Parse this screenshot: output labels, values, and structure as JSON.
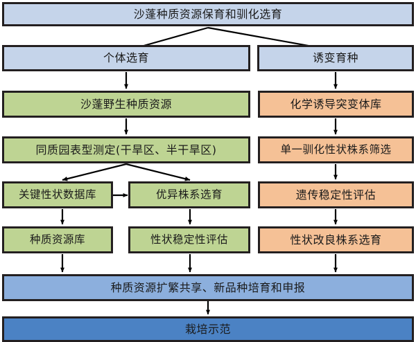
{
  "diagram": {
    "title_node": {
      "label": "沙蓬种质资源保育和驯化选育",
      "color": "#c5d4ea"
    },
    "branches": [
      {
        "label": "个体选育",
        "color": "#c5d4ea"
      },
      {
        "label": "诱变育种",
        "color": "#c5d4ea"
      }
    ],
    "left_column": {
      "steps": [
        {
          "label": "沙蓬野生种质资源",
          "color": "#bed493"
        },
        {
          "label": "同质园表型测定(干旱区、半干旱区)",
          "color": "#bed493"
        }
      ],
      "split_rows": [
        [
          {
            "label": "关键性状数据库",
            "color": "#bed493"
          },
          {
            "label": "优异株系选育",
            "color": "#bed493"
          }
        ],
        [
          {
            "label": "种质资源库",
            "color": "#bed493"
          },
          {
            "label": "性状稳定性评估",
            "color": "#bed493"
          }
        ]
      ]
    },
    "right_column": {
      "steps": [
        {
          "label": "化学诱导突变体库",
          "color": "#f5c196"
        },
        {
          "label": "单一驯化性状株系筛选",
          "color": "#f5c196"
        },
        {
          "label": "遗传稳定性评估",
          "color": "#f5c196"
        },
        {
          "label": "性状改良株系选育",
          "color": "#f5c196"
        }
      ]
    },
    "outputs": [
      {
        "label": "种质资源扩繁共享、新品种培育和申报",
        "color": "#8cafdd"
      },
      {
        "label": "栽培示范",
        "color": "#4b82c4"
      }
    ],
    "edge_color": "#000000",
    "border_color": "#231f20"
  }
}
